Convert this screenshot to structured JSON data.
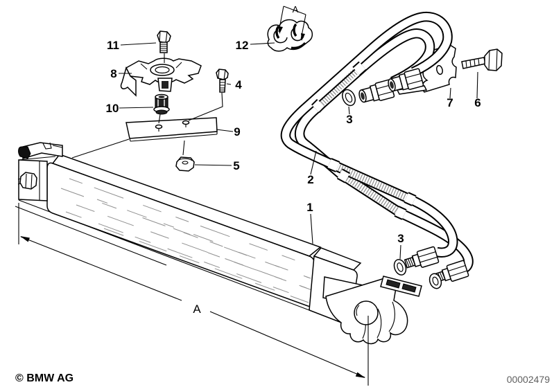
{
  "diagram": {
    "type": "parts-exploded-view",
    "subject": "engine oil cooling - oil cooler with hoses",
    "colors": {
      "background": "#ffffff",
      "line": "#000000",
      "footer_number": "#5f5f5f",
      "speed_line": "#8f8f8f"
    },
    "callouts": [
      {
        "label": "1"
      },
      {
        "label": "2"
      },
      {
        "label": "3"
      },
      {
        "label": "3"
      },
      {
        "label": "4"
      },
      {
        "label": "5"
      },
      {
        "label": "6"
      },
      {
        "label": "7"
      },
      {
        "label": "8"
      },
      {
        "label": "9"
      },
      {
        "label": "10"
      },
      {
        "label": "11"
      },
      {
        "label": "12"
      }
    ],
    "dimensions": {
      "main_label": "A",
      "clamp_label": "A"
    },
    "footer": {
      "copyright": "© BMW AG",
      "image_number": "00002479"
    }
  }
}
